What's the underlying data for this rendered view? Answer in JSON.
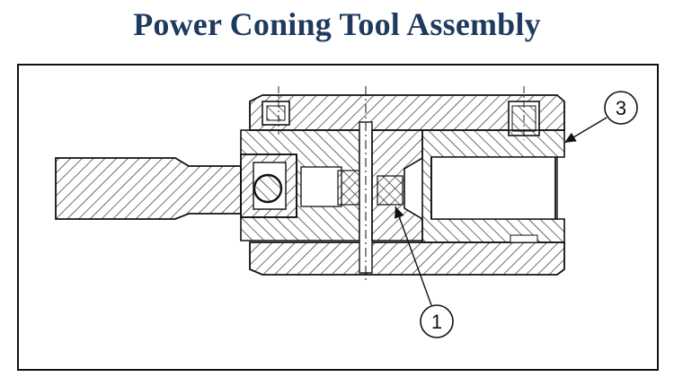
{
  "title": "Power Coning Tool Assembly",
  "callouts": [
    {
      "label": "1",
      "part": "inner-pin"
    },
    {
      "label": "3",
      "part": "outer-housing"
    }
  ],
  "colors": {
    "title": "#1f3a5f",
    "line": "#111111"
  }
}
